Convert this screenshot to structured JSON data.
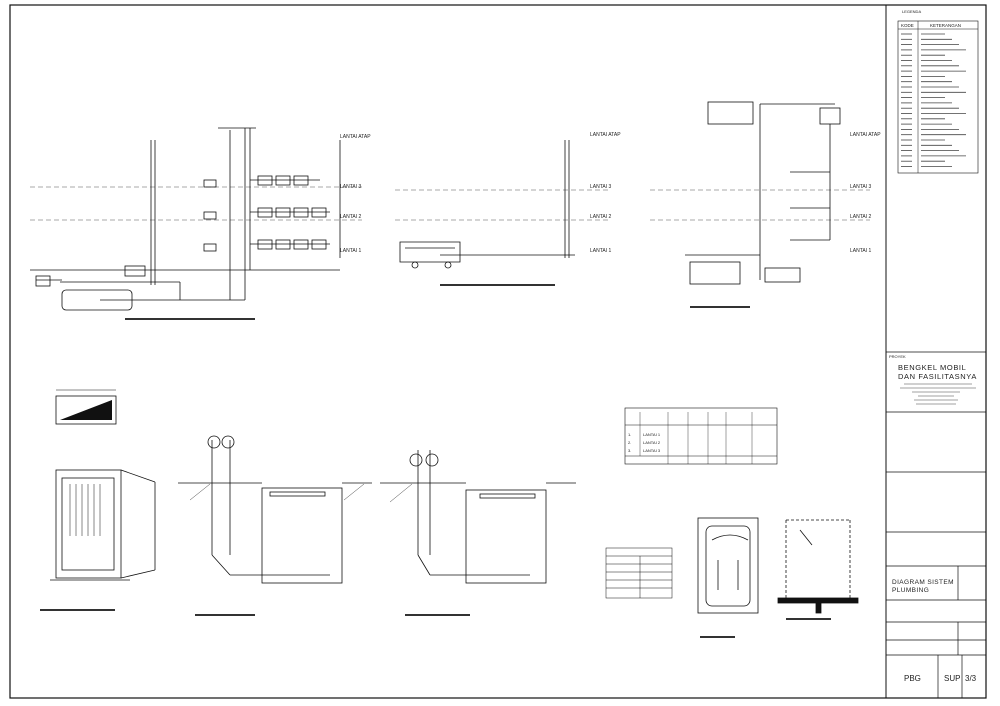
{
  "levels": [
    "LANTAI ATAP",
    "LANTAI 3",
    "LANTAI 2",
    "LANTAI 1"
  ],
  "legend": {
    "header_left": "KODE",
    "header_right": "KETERANGAN"
  },
  "project": {
    "label": "PROYEK",
    "name_line1": "BENGKEL MOBIL",
    "name_line2": "DAN FASILITASNYA"
  },
  "title_block": {
    "drawing_title_line1": "DIAGRAM SISTEM",
    "drawing_title_line2": "PLUMBING",
    "code": "PBG",
    "sheet_code": "SUP",
    "sheet_number": "3/3"
  },
  "schedule": {
    "rows": [
      [
        "1.",
        "LANTAI 1"
      ],
      [
        "2.",
        "LANTAI 2"
      ],
      [
        "3.",
        "LANTAI 3"
      ]
    ]
  }
}
